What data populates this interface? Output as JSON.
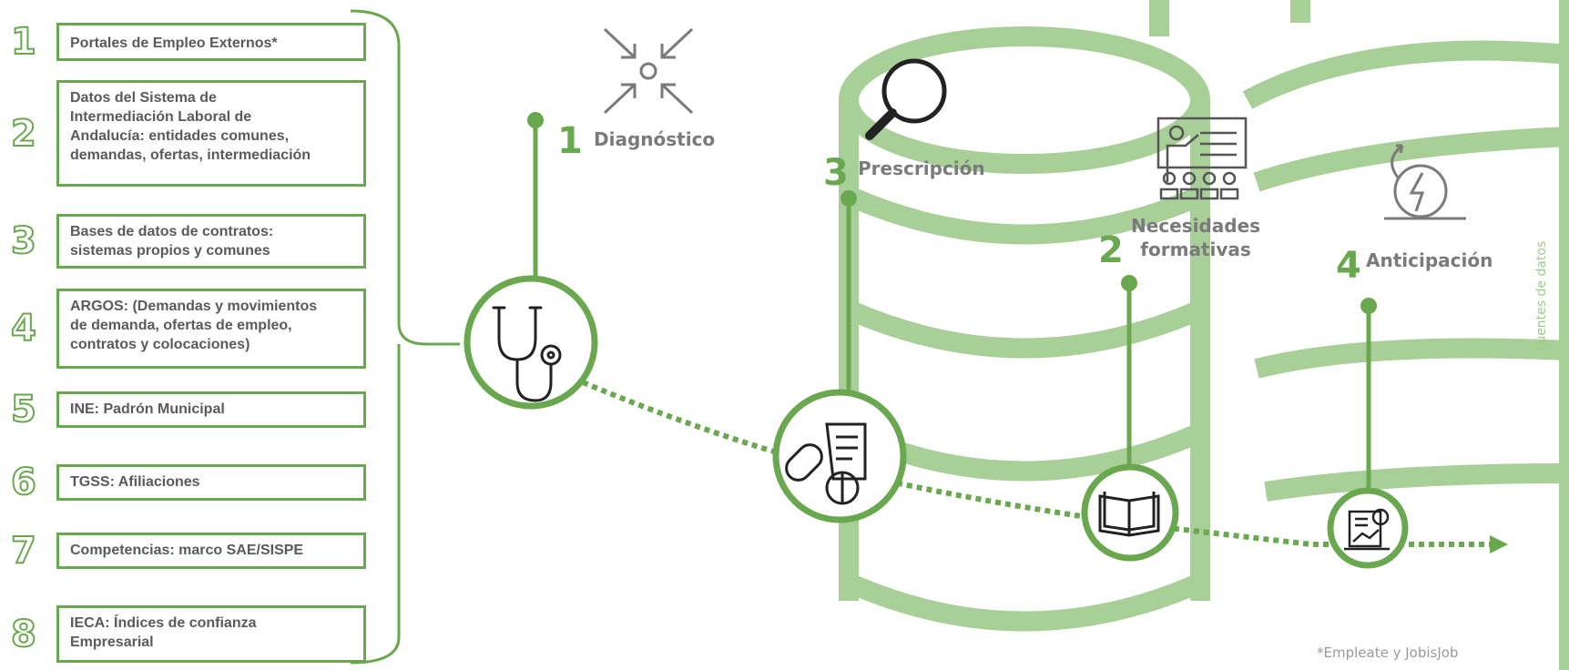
{
  "sources": [
    {
      "number": "1",
      "text": "Portales de Empleo Externos*"
    },
    {
      "number": "2",
      "text": "Datos del Sistema de\nIntermediación Laboral  de\nAndalucía: entidades comunes,\ndemandas, ofertas, intermediación"
    },
    {
      "number": "3",
      "text": "Bases de datos de contratos:\nsistemas propios y comunes"
    },
    {
      "number": "4",
      "text": "ARGOS: (Demandas y movimientos\nde demanda, ofertas de empleo,\ncontratos y colocaciones)"
    },
    {
      "number": "5",
      "text": "INE: Padrón Municipal"
    },
    {
      "number": "6",
      "text": "TGSS: Afiliaciones"
    },
    {
      "number": "7",
      "text": "Competencias: marco SAE/SISPE"
    },
    {
      "number": "8",
      "text": "IECA: Índices de confianza\nEmpresarial"
    }
  ],
  "stages": {
    "diagnostico": {
      "number": "1",
      "label": "Diagnóstico",
      "icon": "stethoscope-icon",
      "top_icon": "compress-arrows-icon"
    },
    "prescripcion": {
      "number": "3",
      "label": "Prescripción",
      "icon": "prescription-pills-icon",
      "top_icon": "magnifier-icon"
    },
    "necesidades": {
      "number": "2",
      "label": "Necesidades\nformativas",
      "icon": "open-book-icon",
      "top_icon": "classroom-teacher-icon"
    },
    "anticipacion": {
      "number": "4",
      "label": "Anticipación",
      "icon": "report-analytics-icon",
      "top_icon": "lightning-cycle-icon"
    }
  },
  "side_label": "Fuentes de datos",
  "footnote": "*Empleate y JobisJob",
  "colors": {
    "accent": "#6aa84f",
    "light": "#a9cf98",
    "text": "#5a5a5a"
  }
}
